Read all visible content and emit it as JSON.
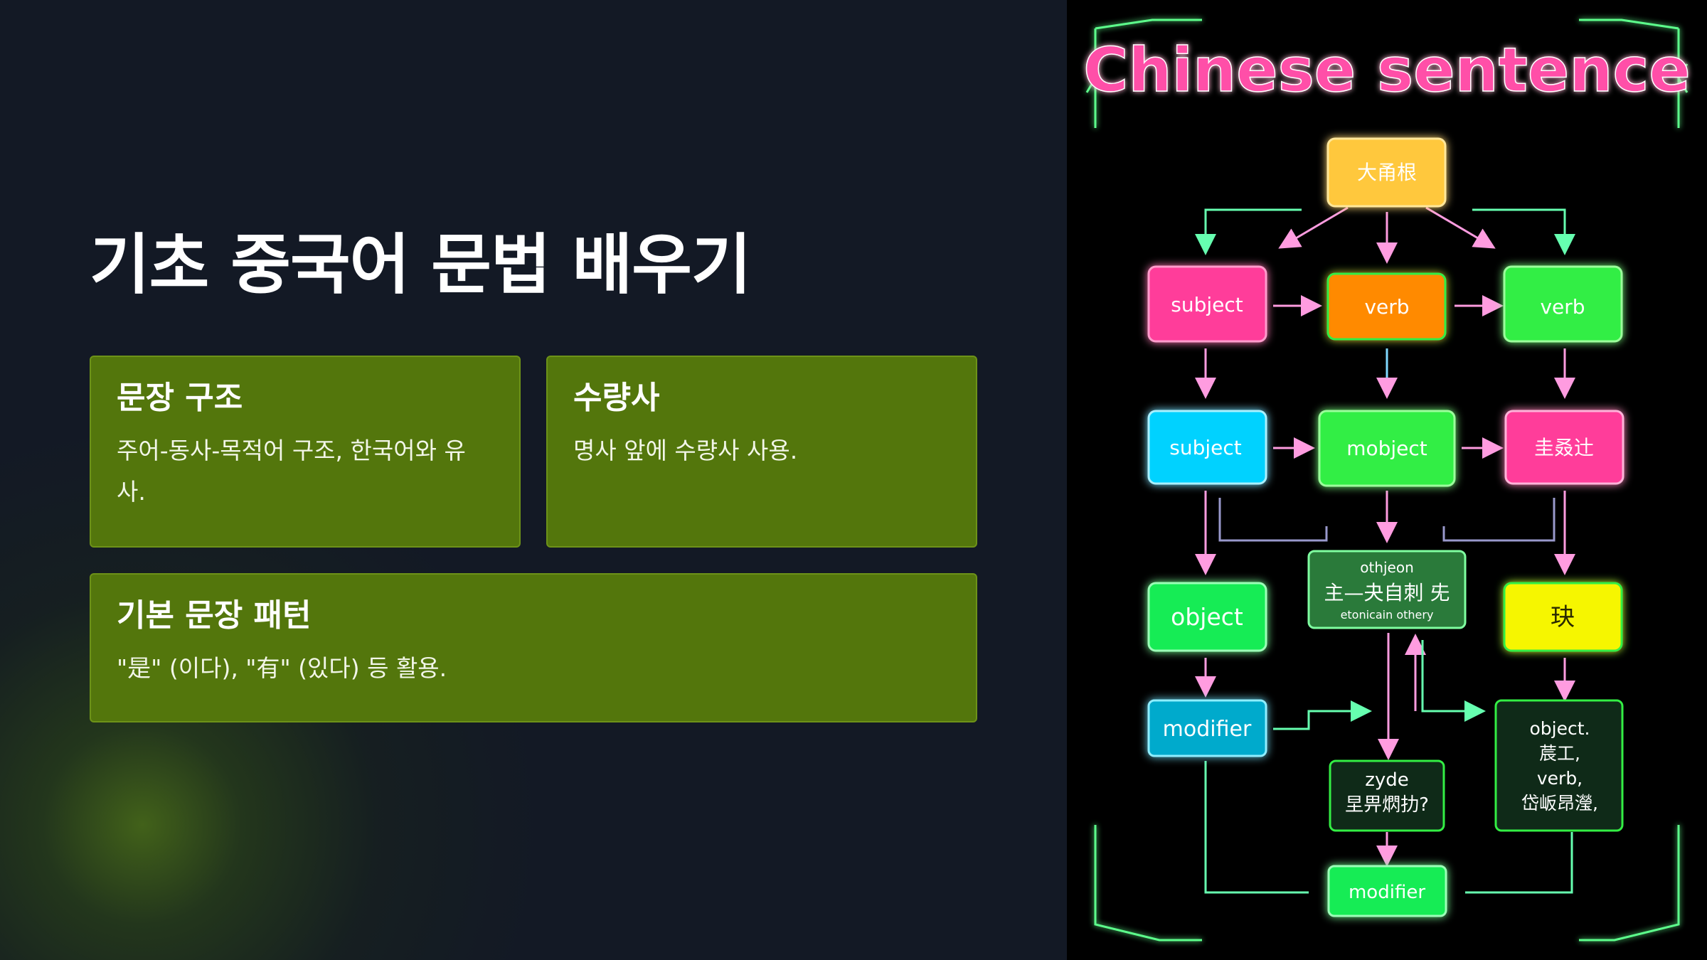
{
  "slide": {
    "title": "기초 중국어 문법 배우기",
    "cards": [
      {
        "heading": "문장 구조",
        "body": "주어-동사-목적어 구조, 한국어와 유사."
      },
      {
        "heading": "수량사",
        "body": "명사 앞에 수량사 사용."
      },
      {
        "heading": "기본 문장 패턴",
        "body": "\"是\" (이다), \"有\" (있다) 등 활용."
      }
    ]
  },
  "diagram": {
    "title": "Chinese sentence",
    "nodes": {
      "top": "大甬根",
      "r1_left": "subject",
      "r1_mid": "verb",
      "r1_right": "verb",
      "r2_left": "subject",
      "r2_mid": "mobject",
      "r2_right": "圭叒辻",
      "r3_left": "object",
      "r3_mid_line1": "othjeon",
      "r3_mid_line2": "主—夬自刺 兂",
      "r3_mid_line3": "etonicain othery",
      "r3_right": "玦",
      "r4_left": "modifier",
      "r4_mid_line1": "zyde",
      "r4_mid_line2": "圼畀熌扐?",
      "r4_right_line1": "object.",
      "r4_right_line2": "莀工,",
      "r4_right_line3": "verb,",
      "r4_right_line4": "岱岅昂瀅,",
      "bottom": "modifier"
    },
    "colors": {
      "title": "#ff3d9a",
      "frame": "#5dff8c",
      "yellow": "#ffc83d",
      "pink": "#ff3d9a",
      "orange": "#ff8a00",
      "green": "#33ee44",
      "cyan": "#00d2ff",
      "bright_green": "#12ec55",
      "teal": "#00aacc",
      "lime_yellow": "#f6f600",
      "dark_green": "#2a7a3a"
    }
  }
}
